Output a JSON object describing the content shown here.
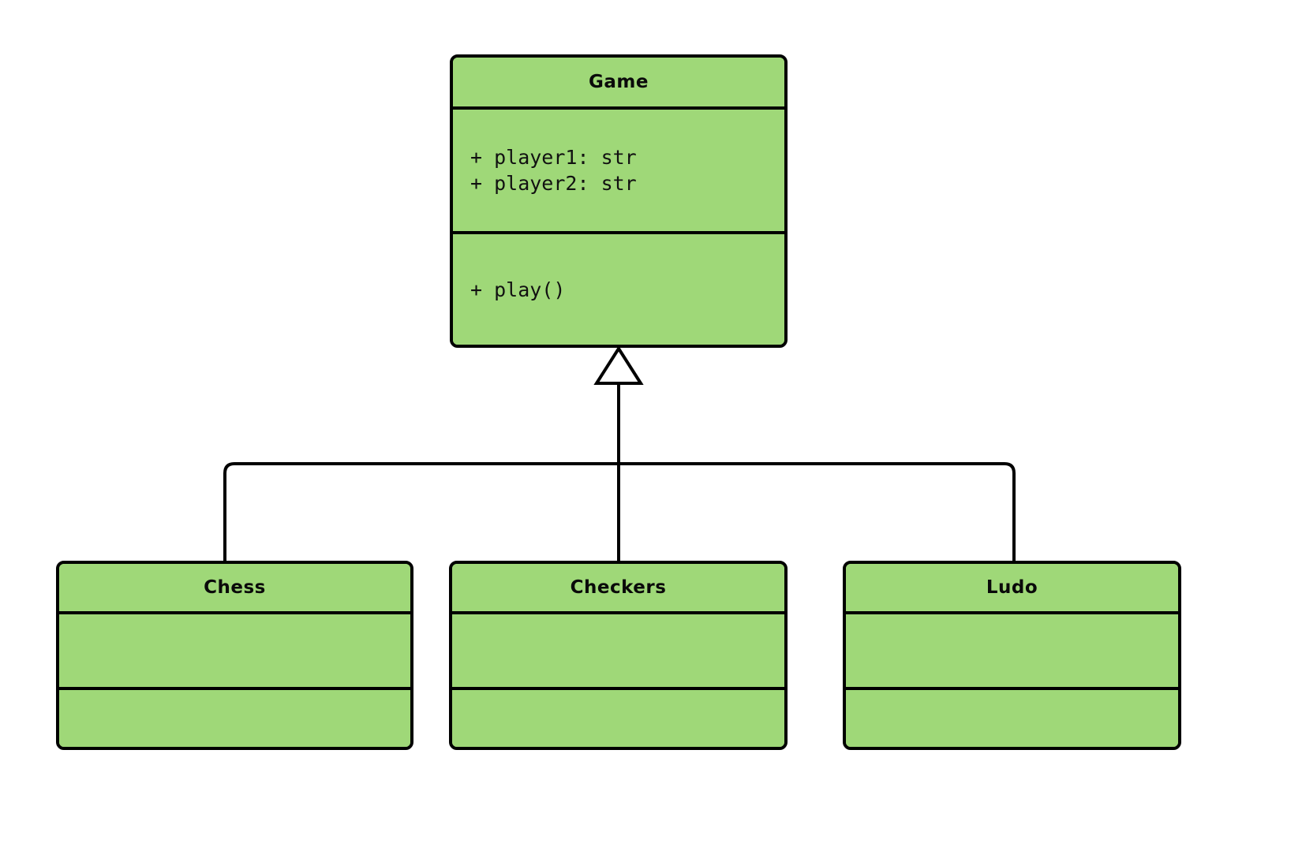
{
  "diagram": {
    "kind": "uml-class-diagram",
    "background_color": "#FFFFFF",
    "class_fill_color": "#9FD878",
    "border_color": "#000000",
    "relationship": "generalization",
    "classes": [
      {
        "id": "game",
        "name": "Game",
        "attributes": [
          "+ player1: str",
          "+ player2: str"
        ],
        "methods": [
          "+ play()"
        ]
      },
      {
        "id": "chess",
        "name": "Chess",
        "attributes": [],
        "methods": []
      },
      {
        "id": "checkers",
        "name": "Checkers",
        "attributes": [],
        "methods": []
      },
      {
        "id": "ludo",
        "name": "Ludo",
        "attributes": [],
        "methods": []
      }
    ],
    "edges": [
      {
        "from": "chess",
        "to": "game",
        "type": "inheritance"
      },
      {
        "from": "checkers",
        "to": "game",
        "type": "inheritance"
      },
      {
        "from": "ludo",
        "to": "game",
        "type": "inheritance"
      }
    ]
  }
}
